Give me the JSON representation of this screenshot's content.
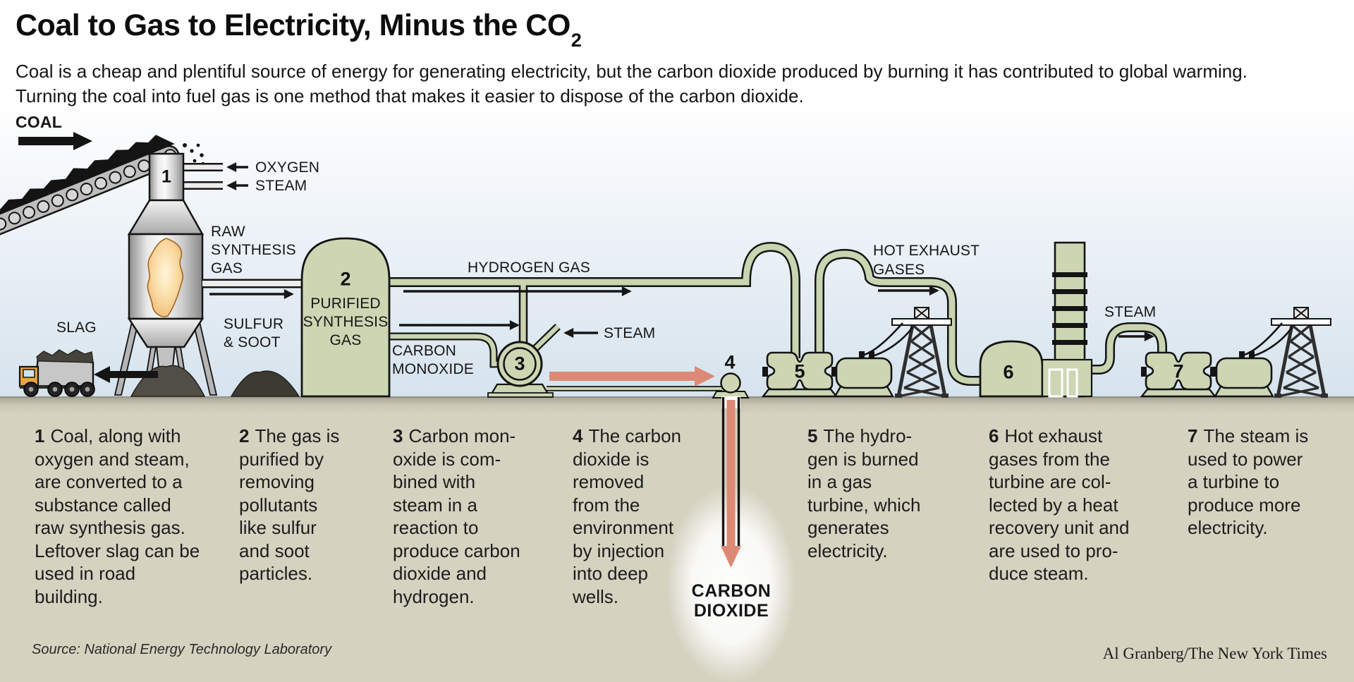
{
  "title": {
    "main": "Coal to Gas to Electricity, Minus the CO",
    "sub": "2"
  },
  "intro": {
    "text": "Coal is a cheap and plentiful source of energy for generating electricity, but the carbon dioxide produced by burning it has contributed to global warming.\nTurning the coal into fuel gas is one method that makes it easier to dispose of the carbon dioxide."
  },
  "labels": {
    "coal": "COAL",
    "oxygen": "OXYGEN",
    "steam_inlet": "STEAM",
    "slag": "SLAG",
    "raw_synthesis_gas": "RAW\nSYNTHESIS\nGAS",
    "sulfur_soot": "SULFUR\n& SOOT",
    "purified_synthesis_gas": "PURIFIED\nSYNTHESIS\nGAS",
    "carbon_monoxide": "CARBON\nMONOXIDE",
    "hydrogen_gas": "HYDROGEN GAS",
    "steam_reformer": "STEAM",
    "hot_exhaust_gases": "HOT EXHAUST\nGASES",
    "steam_turbine": "STEAM",
    "carbon_dioxide": "CARBON\nDIOXIDE"
  },
  "units": {
    "u1": "1",
    "u2": "2",
    "u3": "3",
    "u4": "4",
    "u5": "5",
    "u6": "6",
    "u7": "7"
  },
  "captions": [
    {
      "num": "1",
      "text": "Coal, along with\noxygen and steam,\nare converted to a\nsubstance called\nraw synthesis gas.\nLeftover slag can be\nused in road\nbuilding."
    },
    {
      "num": "2",
      "text": "The gas is\npurified by\nremoving\npollutants\nlike sulfur\nand soot\nparticles."
    },
    {
      "num": "3",
      "text": "Carbon mon-\noxide is com-\nbined with\nsteam in a\nreaction to\nproduce carbon\ndioxide and\nhydrogen."
    },
    {
      "num": "4",
      "text": "The carbon\ndioxide is\nremoved\nfrom the\nenvironment\nby injection\ninto deep\nwells."
    },
    {
      "num": "5",
      "text": "The hydro-\ngen is burned\nin a gas\nturbine, which\ngenerates\nelectricity."
    },
    {
      "num": "6",
      "text": "Hot exhaust\ngases from the\nturbine are col-\nlected by a heat\nrecovery unit and\nare used to pro-\nduce steam."
    },
    {
      "num": "7",
      "text": "The steam is\nused to power\na turbine to\nproduce more\nelectricity."
    }
  ],
  "footer": {
    "source": "Source: National Energy Technology Laboratory",
    "credit": "Al Granberg/The New York Times"
  },
  "colors": {
    "equipment_green": "#ccd6b3",
    "pipe_green": "#c9d4b1",
    "co2_arrow_salmon": "#dc8a75",
    "ground_tan": "#d5d2c0",
    "sky_blue": "#d6e3ed",
    "outline_black": "#161616",
    "flame_orange": "#f3bd76"
  }
}
